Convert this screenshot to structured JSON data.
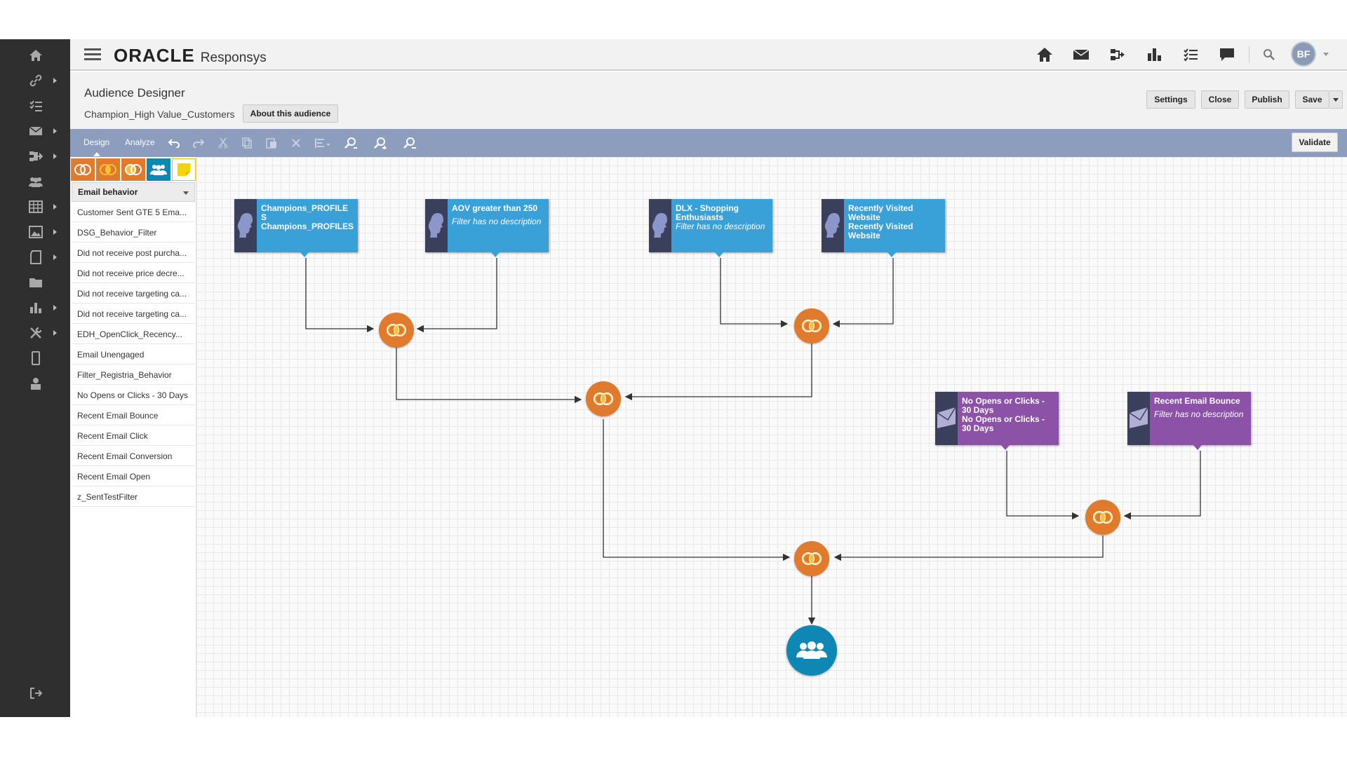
{
  "header": {
    "brand_oracle": "ORACLE",
    "brand_product": "Responsys",
    "avatar_initials": "BF",
    "icons": [
      "home-icon",
      "mail-icon",
      "program-icon",
      "chart-icon",
      "tasks-icon",
      "chat-icon",
      "search-icon"
    ]
  },
  "rail": {
    "icons": [
      "home-icon",
      "link-icon",
      "checklist-icon",
      "mail-icon",
      "program-icon",
      "audience-icon",
      "table-icon",
      "image-icon",
      "document-icon",
      "folder-icon",
      "chart-icon",
      "tools-icon",
      "mobile-icon",
      "user-icon",
      "logout-icon"
    ]
  },
  "titlebar": {
    "title": "Audience Designer",
    "audience_name": "Champion_High Value_Customers",
    "about_label": "About this audience",
    "settings_label": "Settings",
    "close_label": "Close",
    "publish_label": "Publish",
    "save_label": "Save"
  },
  "toolbar": {
    "design_label": "Design",
    "analyze_label": "Analyze",
    "validate_label": "Validate"
  },
  "palette": {
    "selected": "Email behavior",
    "items": [
      "Customer Sent GTE 5 Ema...",
      "DSG_Behavior_Filter",
      "Did not receive post purcha...",
      "Did not receive price decre...",
      "Did not receive targeting ca...",
      "Did not receive targeting ca...",
      "EDH_OpenClick_Recency...",
      "Email Unengaged",
      "Filter_Registria_Behavior",
      "No Opens or Clicks - 30 Days",
      "Recent Email Bounce",
      "Recent Email Click",
      "Recent Email Conversion",
      "Recent Email Open",
      "z_SentTestFilter"
    ]
  },
  "nodes": [
    {
      "title": "Champions_PROFILES",
      "desc": "Champions_PROFILES",
      "desc_italic": false,
      "color": "#3aa0d8"
    },
    {
      "title": "AOV greater than 250",
      "desc": "Filter has no description",
      "desc_italic": true,
      "color": "#3aa0d8"
    },
    {
      "title": "DLX - Shopping Enthusiasts",
      "desc": "Filter has no description",
      "desc_italic": true,
      "color": "#3aa0d8"
    },
    {
      "title": "Recently Visited Website",
      "desc": "Recently Visited Website",
      "desc_italic": false,
      "color": "#3aa0d8"
    },
    {
      "title": "No Opens or Clicks - 30 Days",
      "desc": "No Opens or Clicks - 30 Days",
      "desc_italic": false,
      "color": "#8b52a8"
    },
    {
      "title": "Recent Email Bounce",
      "desc": "Filter has no description",
      "desc_italic": true,
      "color": "#8b52a8"
    }
  ],
  "colors": {
    "merge": "#e07a2c",
    "final": "#0e87b5",
    "toolbar": "#8c9dbd",
    "rail": "#2f2f2f"
  }
}
